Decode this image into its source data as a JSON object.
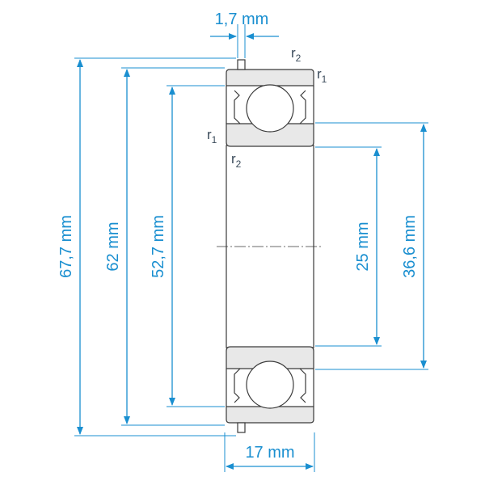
{
  "colors": {
    "dimension": "#1a8fd0",
    "outline": "#3a3a3a",
    "fill": "#e8e8e8",
    "ball": "#ffffff",
    "label": "#3a4a5a"
  },
  "dimensions": {
    "outer_diameter_groove": "67,7 mm",
    "outer_diameter": "62 mm",
    "outer_ring_inner": "52,7 mm",
    "bore": "25 mm",
    "inner_ring_outer": "36,6 mm",
    "width": "17 mm",
    "snap_ring_width": "1,7 mm"
  },
  "chamfer_labels": {
    "r_letter": "r",
    "sub_1": "1",
    "sub_2": "2"
  }
}
